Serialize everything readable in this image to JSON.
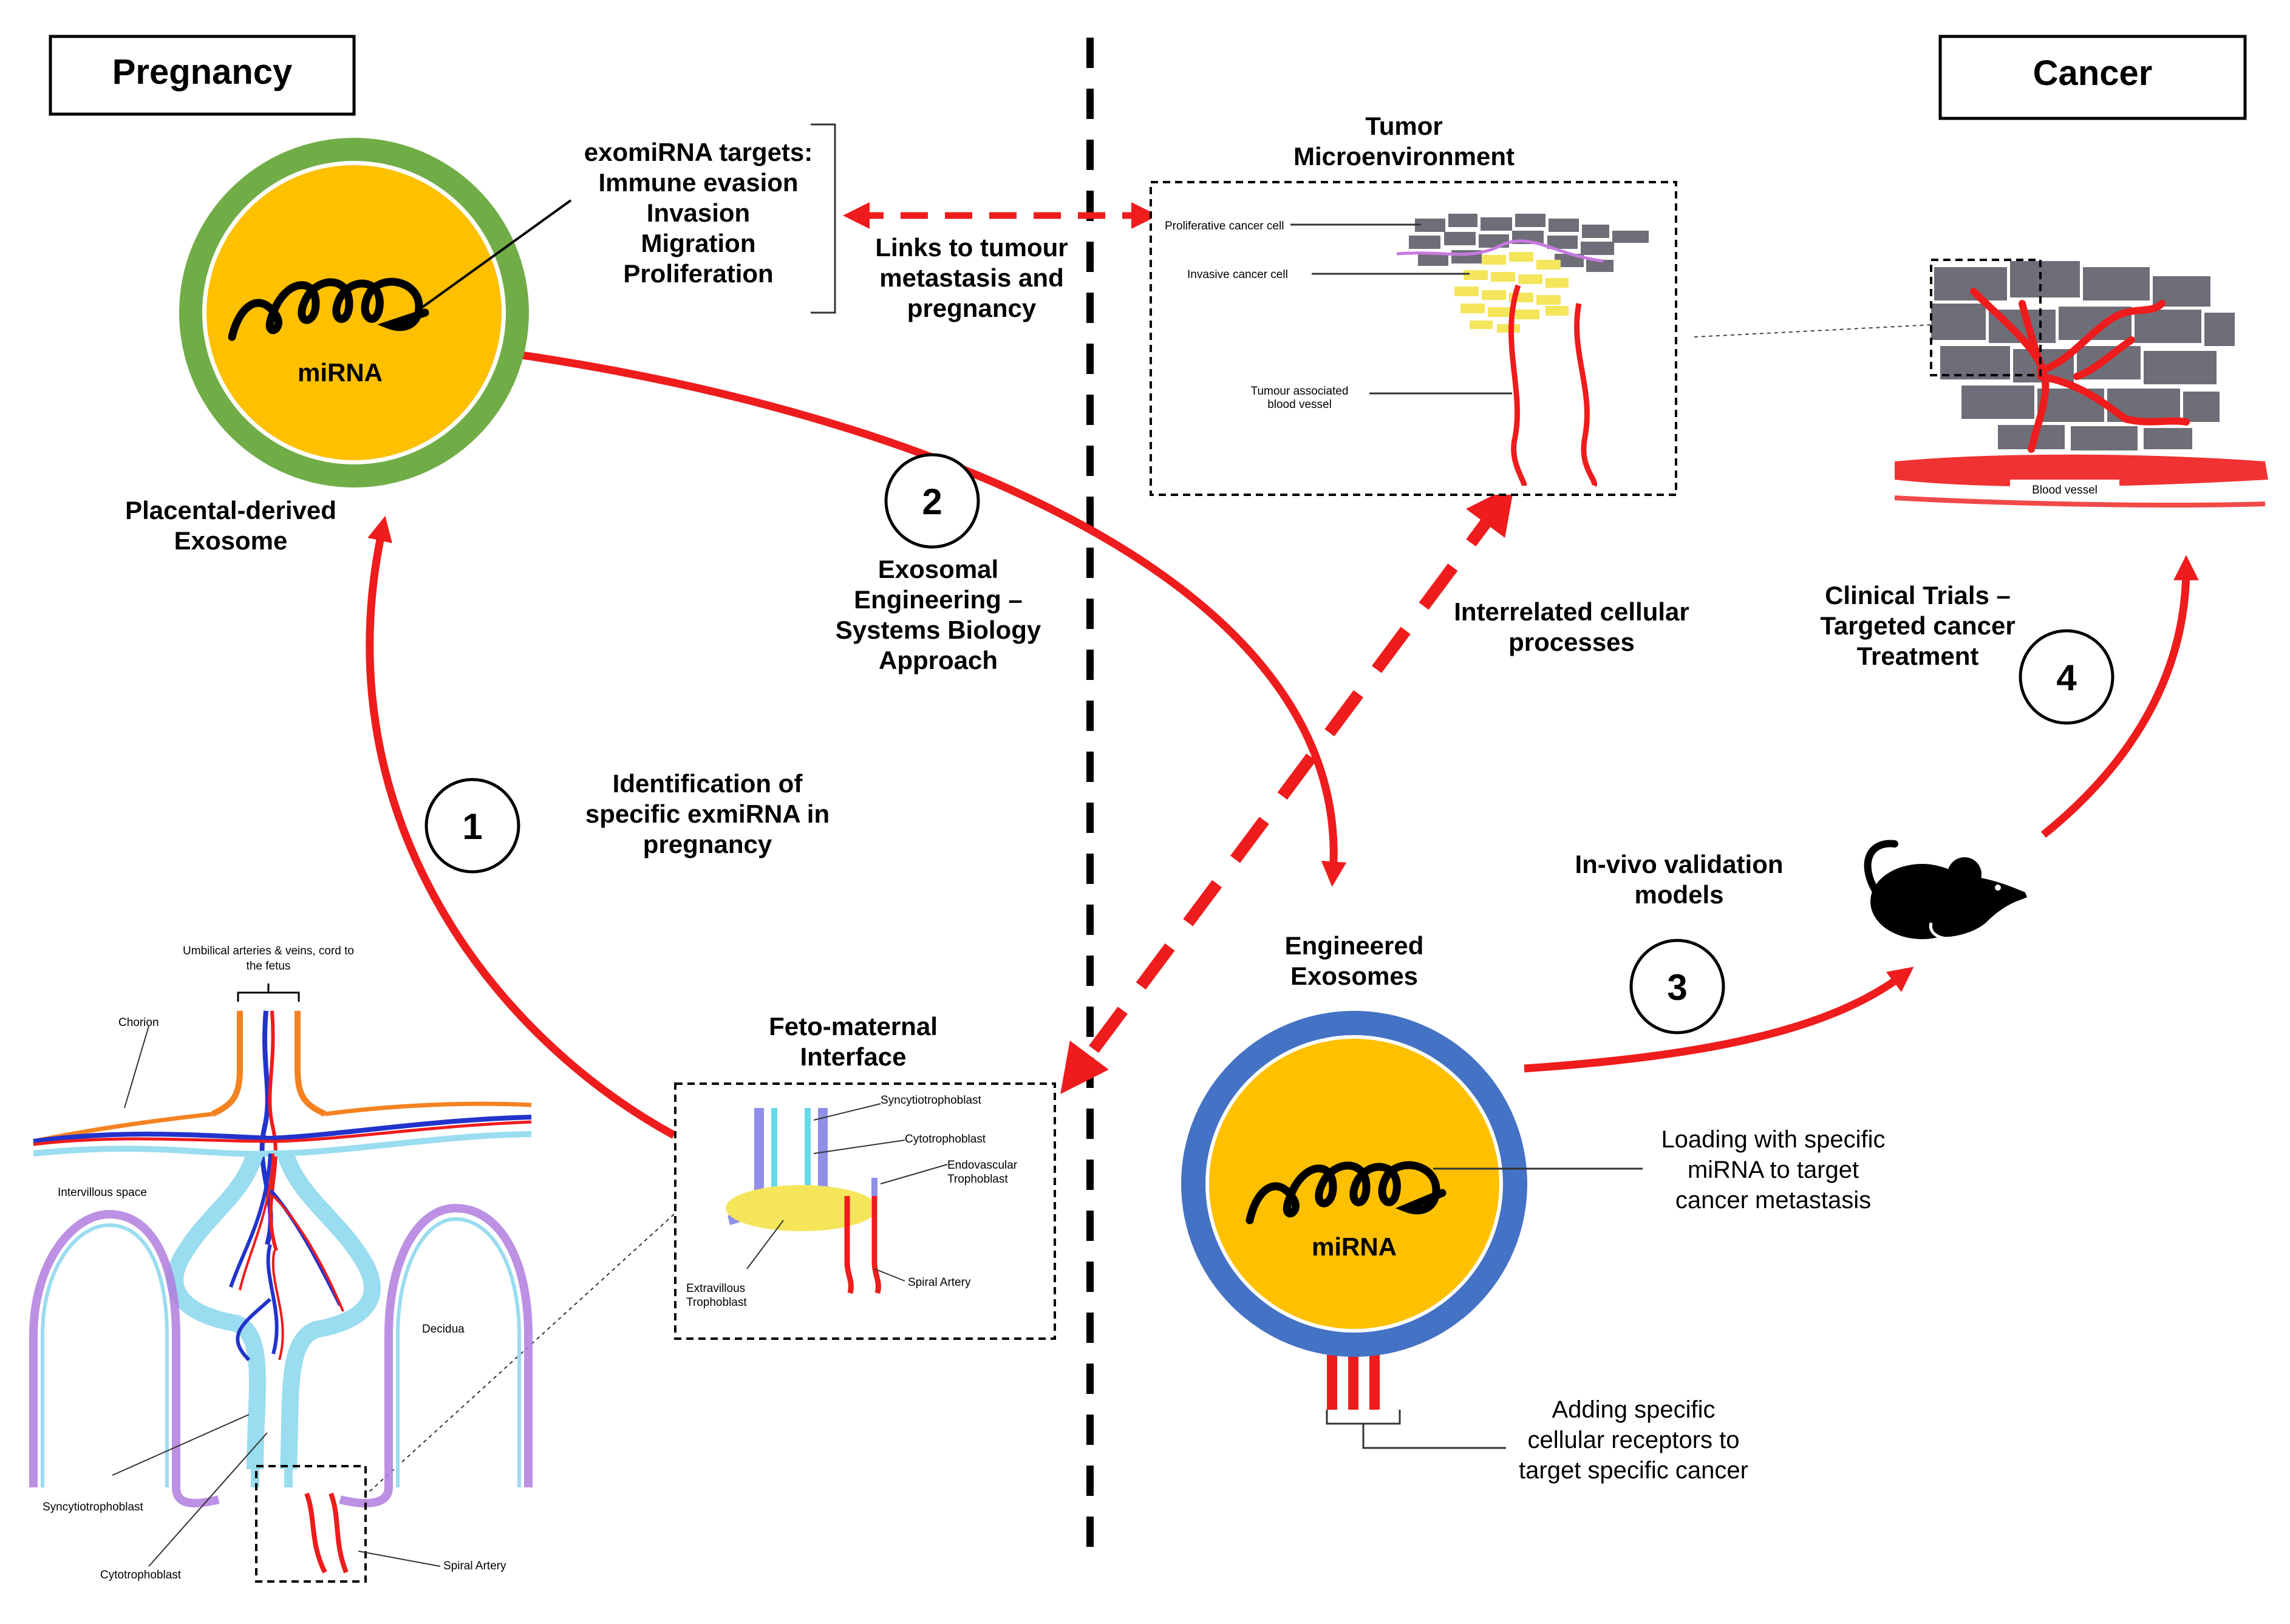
{
  "headers": {
    "left": "Pregnancy",
    "right": "Cancer"
  },
  "exosome_top": {
    "core_label": "miRNA",
    "caption": [
      "Placental-derived",
      "Exosome"
    ]
  },
  "targets": {
    "title": "exomiRNA targets:",
    "items": [
      "Immune evasion",
      "Invasion",
      "Migration",
      "Proliferation"
    ]
  },
  "links_label": [
    "Links to tumour",
    "metastasis and",
    "pregnancy"
  ],
  "tumor": {
    "title": [
      "Tumor",
      "Microenvironment"
    ],
    "labels": [
      "Proliferative cancer cell",
      "Invasive cancer cell",
      "Tumour associated",
      "blood vessel"
    ]
  },
  "blood_vessel_label": "Blood vessel",
  "steps": [
    {
      "number": "1",
      "text": [
        "Identification of",
        "specific exmiRNA in",
        "pregnancy"
      ]
    },
    {
      "number": "2",
      "text": [
        "Exosomal",
        "Engineering –",
        "Systems Biology",
        "Approach"
      ]
    },
    {
      "number": "3",
      "text": [
        "In-vivo validation",
        "models"
      ]
    },
    {
      "number": "4",
      "text": [
        "Clinical Trials –",
        "Targeted cancer",
        "Treatment"
      ]
    }
  ],
  "interrelated_label": [
    "Interrelated cellular",
    "processes"
  ],
  "feto": {
    "title": [
      "Feto-maternal",
      "Interface"
    ],
    "labels": [
      "Syncytiotrophoblast",
      "Cytotrophoblast",
      "Endovascular",
      "Trophoblast",
      "Extravillous",
      "Trophoblast",
      "Spiral Artery"
    ]
  },
  "placenta": {
    "labels": [
      "Umbilical arteries & veins, cord to",
      "the fetus",
      "Chorion",
      "Intervillous space",
      "Decidua",
      "Syncytiotrophoblast",
      "Cytotrophoblast",
      "Spiral Artery"
    ]
  },
  "engineered": {
    "title": [
      "Engineered",
      "Exosomes"
    ],
    "core_label": "miRNA",
    "loading": [
      "Loading with specific",
      "miRNA to target",
      "cancer metastasis"
    ],
    "receptors": [
      "Adding specific",
      "cellular receptors to",
      "target specific cancer"
    ]
  },
  "colors": {
    "red": "#ee1c1c",
    "gold": "#ffc000",
    "green": "#70ad47",
    "blue": "#4472c4",
    "gray": "#6e6e78",
    "yellow": "#f5e55a"
  }
}
